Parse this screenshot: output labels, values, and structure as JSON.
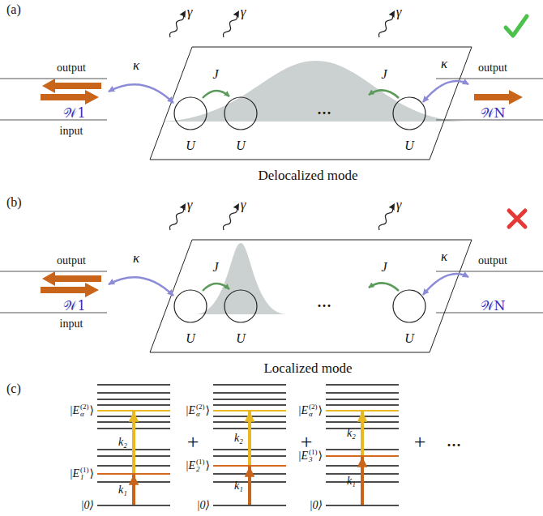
{
  "diagram": {
    "labels": [
      "(a)",
      "γ",
      "γ",
      "γ",
      "output",
      "input",
      "𝒲1",
      "κ",
      "J",
      "J",
      "···",
      "U",
      "U",
      "U",
      "κ",
      "output",
      "𝒲N",
      "Delocalized mode",
      "(b)",
      "γ",
      "γ",
      "γ",
      "output",
      "input",
      "𝒲1",
      "κ",
      "J",
      "J",
      "···",
      "U",
      "U",
      "U",
      "κ",
      "output",
      "𝒲N",
      "Localized mode",
      "(c)",
      "|E",
      "(2)",
      "α",
      "⟩",
      "k₂",
      "|E",
      "(1)",
      "1",
      "⟩",
      "k₁",
      "|0⟩",
      "+",
      "|E",
      "(2)",
      "α",
      "⟩",
      "k₂",
      "|E",
      "(1)",
      "2",
      "⟩",
      "k₁",
      "|0⟩",
      "+",
      "|E",
      "(2)",
      "α",
      "⟩",
      "k₂",
      "|E",
      "(1)",
      "3",
      "⟩",
      "k₁",
      "|0⟩",
      "+",
      "···"
    ]
  }
}
